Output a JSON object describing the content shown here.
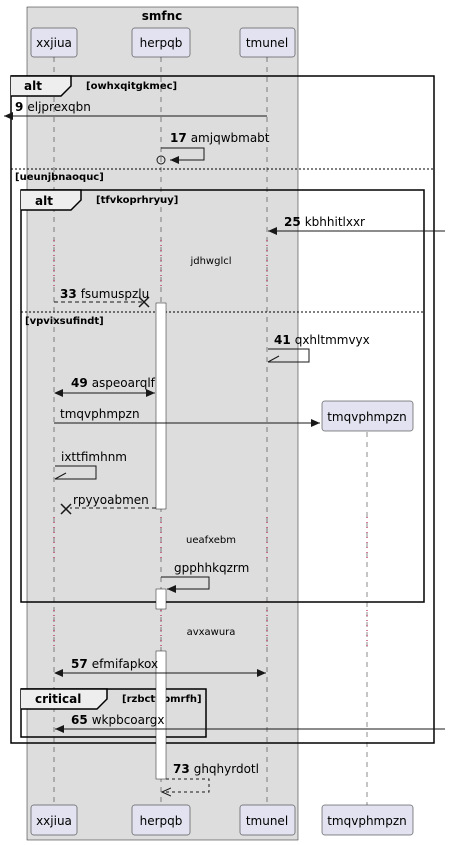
{
  "box": {
    "title": "smfnc"
  },
  "participants": [
    {
      "id": "p1",
      "name": "xxjiua"
    },
    {
      "id": "p2",
      "name": "herpqb"
    },
    {
      "id": "p3",
      "name": "tmunel"
    },
    {
      "id": "p4",
      "name": "tmqvphmpzn"
    }
  ],
  "fragments": {
    "alt1": {
      "keyword": "alt",
      "guard": "[owhxqitgkmec]",
      "else_guard": "[ueunjbnaoquc]"
    },
    "alt2": {
      "keyword": "alt",
      "guard": "[tfvkoprhryuy]",
      "else_guard": "[vpvixsufindt]"
    },
    "critical": {
      "keyword": "critical",
      "guard": "[rzbctfjbmrfh]"
    }
  },
  "messages": {
    "m9": {
      "num": "9",
      "text": "eljprexqbn"
    },
    "m17": {
      "num": "17",
      "text": "amjqwbmabt"
    },
    "m25": {
      "num": "25",
      "text": "kbhhitlxxr"
    },
    "m33": {
      "num": "33",
      "text": "fsumuspzlu"
    },
    "m41": {
      "num": "41",
      "text": "qxhltmmvyx"
    },
    "m49": {
      "num": "49",
      "text": "aspeoarqlf"
    },
    "m_create": {
      "text": "tmqvphmpzn"
    },
    "m_self": {
      "text": "ixttfimhnm"
    },
    "m_destroy": {
      "text": "rpyyoabmen"
    },
    "m_gpp": {
      "text": "gpphhkqzrm"
    },
    "m57": {
      "num": "57",
      "text": "efmifapkox"
    },
    "m65": {
      "num": "65",
      "text": "wkpbcoargx"
    },
    "m73": {
      "num": "73",
      "text": "ghqhyrdotl"
    }
  },
  "delays": {
    "d1": "jdhwglcl",
    "d2": "ueafxebm",
    "d3": "avxawura"
  },
  "colors": {
    "participant_fill": "#e2e2f0",
    "participant_border": "#181818",
    "box_fill": "#dddddd",
    "line": "#181818",
    "delay_dots": "#a80036"
  }
}
